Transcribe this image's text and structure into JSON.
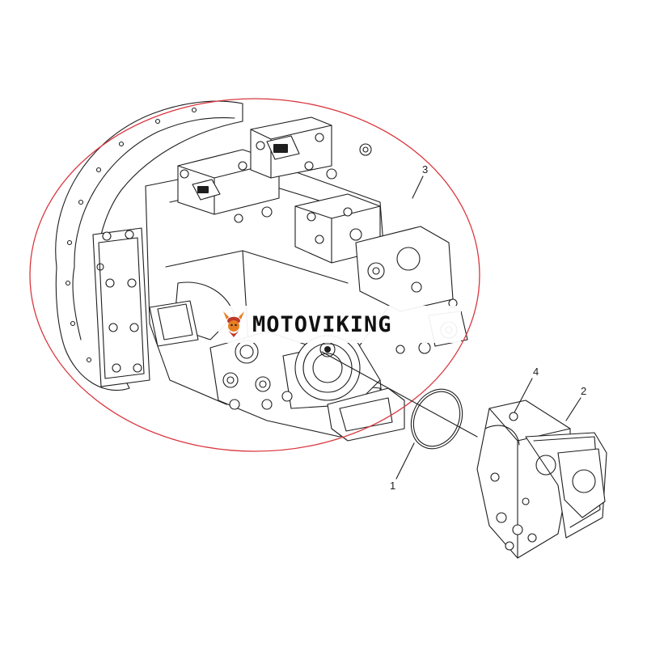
{
  "diagram": {
    "callouts": [
      {
        "number": "1"
      },
      {
        "number": "2"
      },
      {
        "number": "3"
      },
      {
        "number": "4"
      }
    ],
    "highlight_color": "#d9363e",
    "line_color": "#1e1e1e"
  },
  "watermark": {
    "brand_text": "MOTOVIKING",
    "logo_icon": "viking-mascot-icon",
    "logo_colors": [
      "#c0392b",
      "#e67e22"
    ]
  }
}
